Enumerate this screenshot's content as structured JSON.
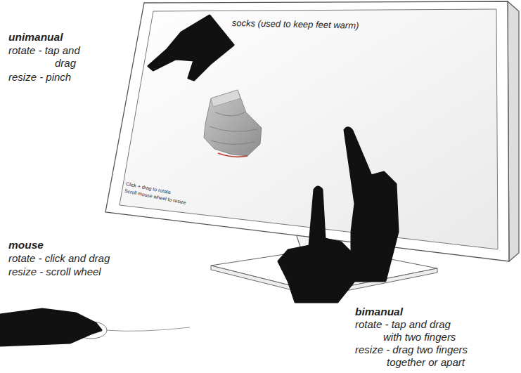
{
  "diagram": {
    "labels": [
      "unimanual",
      "rotate - tap and drag",
      "resize - pinch",
      "socks (used to keep feet warm)",
      "Click + drag to rotate",
      "Scroll mouse wheel to resize",
      "mouse",
      "rotate - click and drag",
      "resize - scroll wheel",
      "bimanual",
      "rotate - tap and drag with two fingers",
      "resize - drag two fingers together or apart"
    ]
  }
}
